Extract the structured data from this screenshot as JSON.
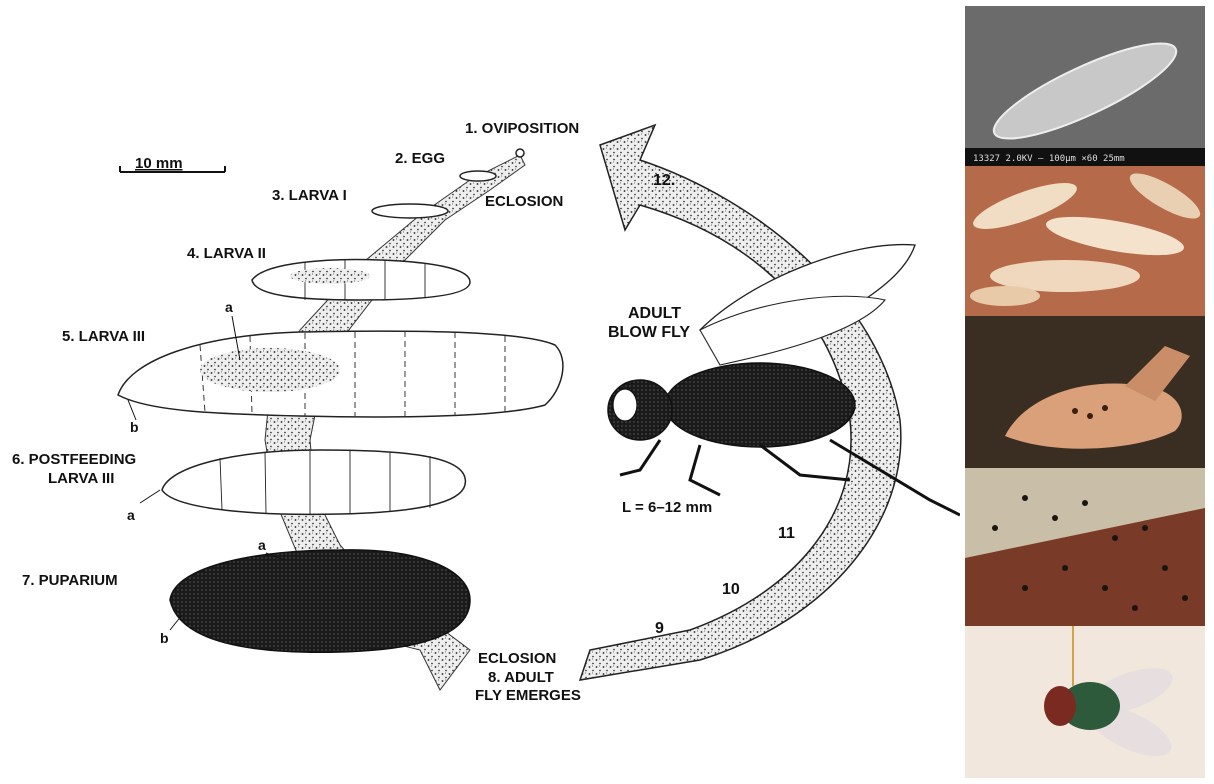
{
  "scale_bar": "10 mm",
  "stages": {
    "oviposition": "1. OVIPOSITION",
    "egg": "2. EGG",
    "eclosion_top": "ECLOSION",
    "larva1": "3. LARVA I",
    "larva2": "4. LARVA II",
    "larva3": "5. LARVA III",
    "postfeeding_line1": "6. POSTFEEDING",
    "postfeeding_line2": "LARVA III",
    "puparium": "7. PUPARIUM",
    "eclosion_bottom": "ECLOSION",
    "adult_emerges_line1": "8. ADULT",
    "adult_emerges_line2": "FLY EMERGES"
  },
  "adult": {
    "line1": "ADULT",
    "line2": "BLOW FLY",
    "length": "L = 6–12 mm"
  },
  "arrow_numbers": [
    "12.",
    "11",
    "10",
    "9"
  ],
  "part_markers": {
    "larva3_a": "a",
    "larva3_b": "b",
    "postfeeding_a": "a",
    "puparium_a": "a",
    "puparium_b": "b"
  },
  "photos": [
    {
      "name": "egg-micrograph-photo",
      "caption": "13327 2.0KV — 100µm ×60 25mm"
    },
    {
      "name": "maggots-photo"
    },
    {
      "name": "hand-with-pupae-photo"
    },
    {
      "name": "flies-on-surface-photo"
    },
    {
      "name": "green-blow-fly-photo"
    }
  ]
}
